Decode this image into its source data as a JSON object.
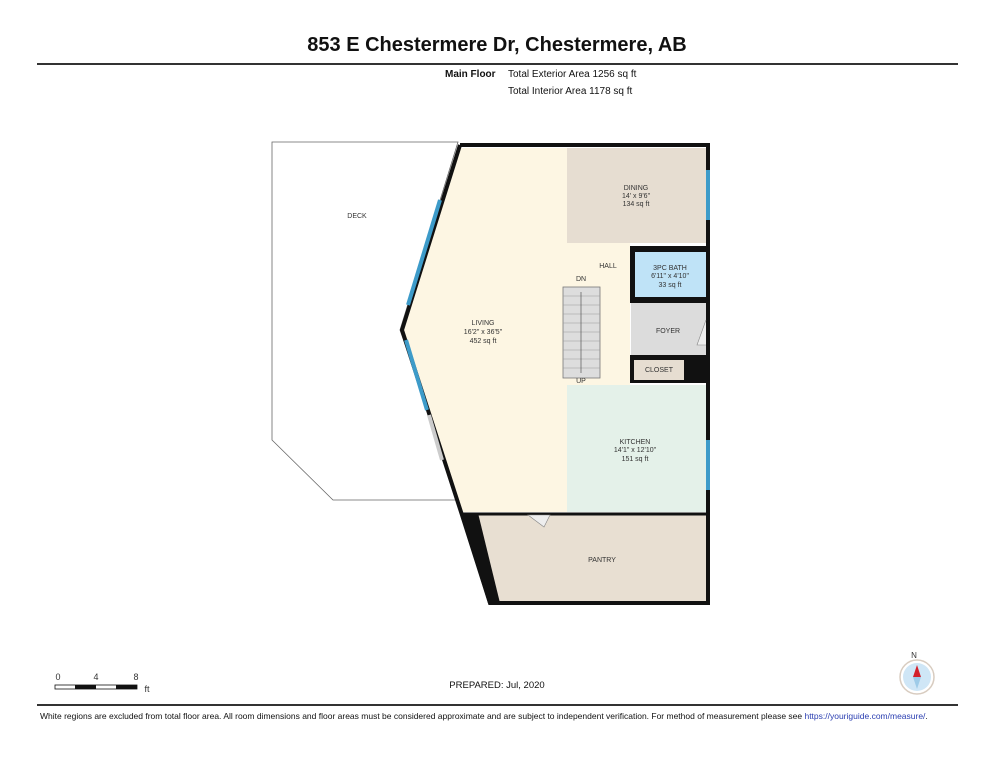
{
  "title": "853 E Chestermere Dr, Chestermere, AB",
  "floor": {
    "name": "Main Floor",
    "total_exterior_area": "Total Exterior Area 1256 sq ft",
    "total_interior_area": "Total Interior Area 1178 sq ft"
  },
  "rooms": {
    "deck": {
      "name": "DECK"
    },
    "living": {
      "name": "LIVING",
      "dims": "16'2\" x 36'5\"",
      "area": "452 sq ft"
    },
    "dining": {
      "name": "DINING",
      "dims": "14' x 9'6\"",
      "area": "134 sq ft"
    },
    "hall": {
      "name": "HALL"
    },
    "bath": {
      "name": "3PC BATH",
      "dims": "6'11\" x 4'10\"",
      "area": "33 sq ft"
    },
    "foyer": {
      "name": "FOYER"
    },
    "closet": {
      "name": "CLOSET"
    },
    "kitchen": {
      "name": "KITCHEN",
      "dims": "14'1\" x 12'10\"",
      "area": "151 sq ft"
    },
    "pantry": {
      "name": "PANTRY"
    },
    "stairs_down": "DN",
    "stairs_up": "UP"
  },
  "scale": {
    "ticks": [
      "0",
      "4",
      "8"
    ],
    "unit": "ft"
  },
  "compass": {
    "label": "N"
  },
  "prepared": "PREPARED: Jul, 2020",
  "footer": {
    "text": "White regions are excluded from total floor area. All room dimensions and floor areas must be considered approximate and are subject to independent verification. For method of measurement please see ",
    "link": "https://youriguide.com/measure/",
    "suffix": "."
  },
  "colors": {
    "living": "#fdf6e3",
    "dining": "#e6ddd1",
    "bath": "#bfe3f7",
    "foyer": "#dcdcdc",
    "kitchen": "#e4f1e9",
    "pantry": "#e8dfd2",
    "window": "#3d9bc9"
  }
}
